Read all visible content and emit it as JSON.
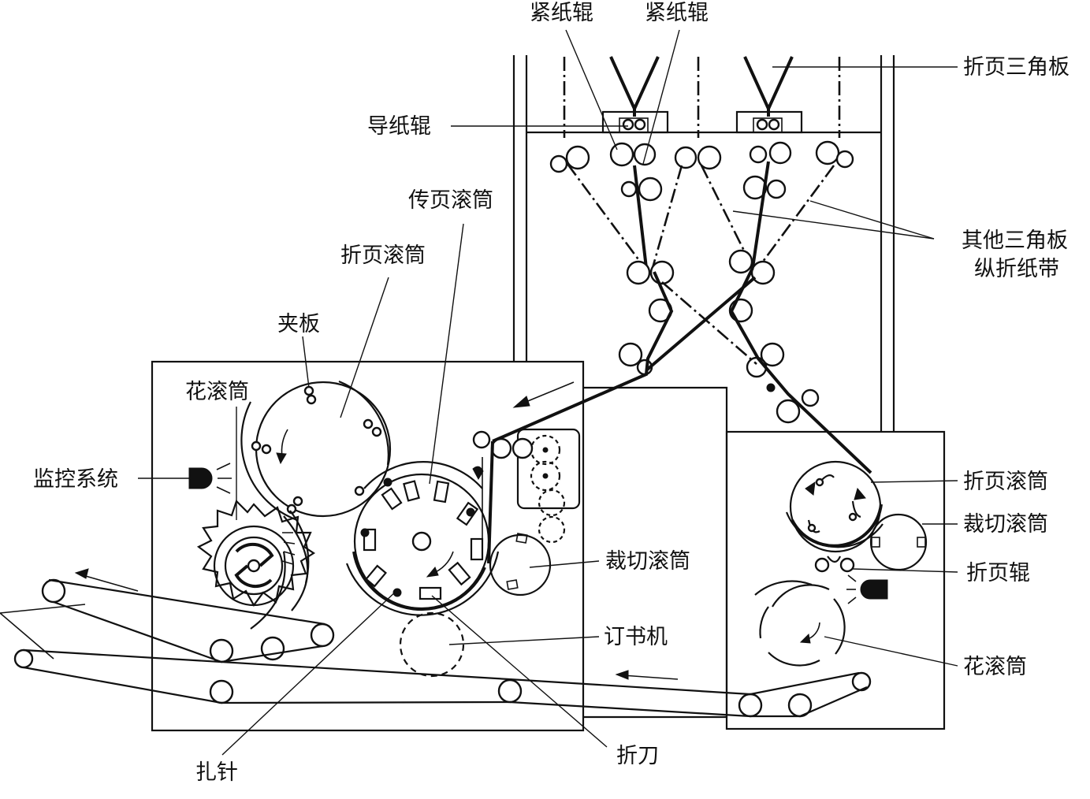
{
  "labels": {
    "tension_roller_1": "紧纸辊",
    "tension_roller_2": "紧纸辊",
    "folding_triangle": "折页三角板",
    "guide_roller": "导纸辊",
    "transfer_cylinder": "传页滚筒",
    "other_triangles": "其他三角板",
    "longitudinal_fold_belt": "纵折纸带",
    "folding_cylinder_left": "折页滚筒",
    "clamp_plate": "夹板",
    "fan_wheel_left": "花滚筒",
    "monitoring_system": "监控系统",
    "folding_cylinder_right": "折页滚筒",
    "cutting_cylinder_right": "裁切滚筒",
    "folding_roller": "折页辊",
    "cutting_cylinder_center": "裁切滚筒",
    "stapler": "订书机",
    "fan_wheel_right": "花滚筒",
    "pin": "扎针",
    "folding_blade": "折刀"
  }
}
